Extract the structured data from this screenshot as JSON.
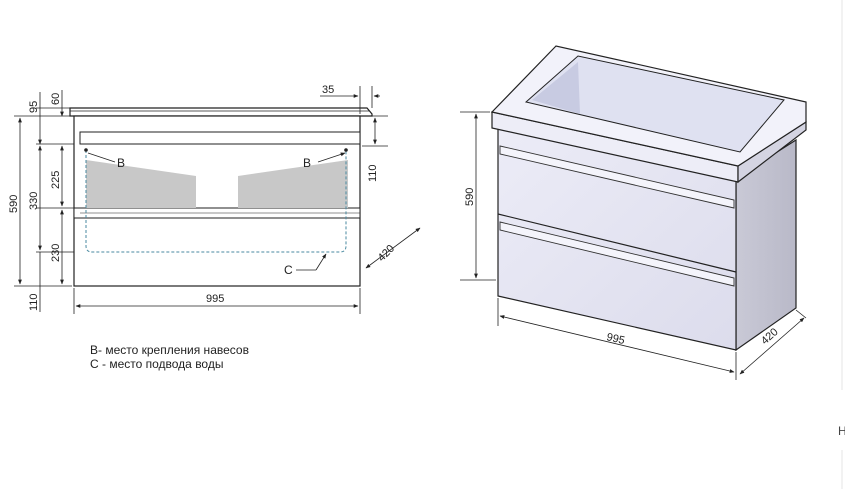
{
  "front_view": {
    "dims": {
      "total_height": "590",
      "top_height": "95",
      "sink_thickness": "60",
      "inset": "35",
      "upper_zone": "330",
      "drawer_upper": "225",
      "drawer_lower": "230",
      "plinth": "110",
      "hanger_offset": "110",
      "width": "995",
      "depth": "420"
    },
    "labels": {
      "mount_left": "B",
      "mount_right": "B",
      "water": "C"
    }
  },
  "iso_view": {
    "dims": {
      "height": "590",
      "width": "995",
      "depth": "420"
    }
  },
  "legend": {
    "line_b": "B- место крепления навесов",
    "line_c": "C - место подвода воды"
  },
  "edge_text": "Н"
}
